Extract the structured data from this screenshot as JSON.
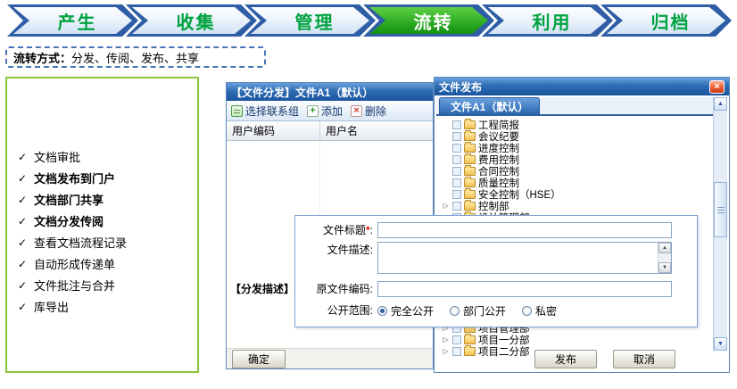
{
  "process_flow": {
    "steps": [
      {
        "label": "产生"
      },
      {
        "label": "收集"
      },
      {
        "label": "管理"
      },
      {
        "label": "流转"
      },
      {
        "label": "利用"
      },
      {
        "label": "归档"
      }
    ],
    "active_step": "流转"
  },
  "note": {
    "label": "流转方式：",
    "text": "分发、传阅、发布、共享"
  },
  "features": {
    "items": [
      {
        "text": "文档审批"
      },
      {
        "text": "文档发布到门户"
      },
      {
        "text": "文档部门共享"
      },
      {
        "text": "文档分发传阅"
      },
      {
        "text": "查看文档流程记录"
      },
      {
        "text": "自动形成传递单"
      },
      {
        "text": "文件批注与合并"
      },
      {
        "text": "库导出"
      }
    ]
  },
  "distribute_panel": {
    "title": "【文件分发】文件A1（默认）",
    "toolbar": {
      "select_group": "选择联系组",
      "add": "添加",
      "delete": "删除"
    },
    "columns": [
      "用户编码",
      "用户名"
    ],
    "description_label": "【分发描述】",
    "ok_button": "确定"
  },
  "publish_panel": {
    "title": "文件发布",
    "tab": "文件A1（默认）",
    "tree": [
      {
        "label": "工程简报"
      },
      {
        "label": "会议纪要"
      },
      {
        "label": "进度控制"
      },
      {
        "label": "费用控制"
      },
      {
        "label": "合同控制"
      },
      {
        "label": "质量控制"
      },
      {
        "label": "安全控制（HSE）"
      },
      {
        "label": "控制部"
      },
      {
        "label": "设计管理部"
      }
    ],
    "tree_lower": [
      {
        "label": "项目管理部"
      },
      {
        "label": "项目一分部"
      },
      {
        "label": "项目二分部"
      }
    ],
    "publish_button": "发布",
    "cancel_button": "取消"
  },
  "publish_form": {
    "title_label": "文件标题",
    "required_mark": "*",
    "label_colon": ":",
    "desc_label": "文件描述:",
    "code_label": "原文件编码:",
    "scope_label": "公开范围:",
    "scope_options": [
      {
        "label": "完全公开",
        "selected": true
      },
      {
        "label": "部门公开",
        "selected": false
      },
      {
        "label": "私密",
        "selected": false
      }
    ],
    "title_value": "",
    "desc_value": "",
    "code_value": ""
  },
  "glyphs": {
    "check": "✓",
    "expander": "▷",
    "close": "×",
    "plus": "+",
    "cross": "×",
    "scroll_up": "▲",
    "scroll_down": "▼"
  },
  "colors": {
    "flow_border_blue": "#2f5ea6",
    "flow_text_green": "#00a33f",
    "active_step_green": "#2fae25",
    "titlebar_blue": "#1b559e",
    "features_border_green": "#8dc63f",
    "close_button_red": "#e8542b",
    "required_red": "#e01010"
  }
}
